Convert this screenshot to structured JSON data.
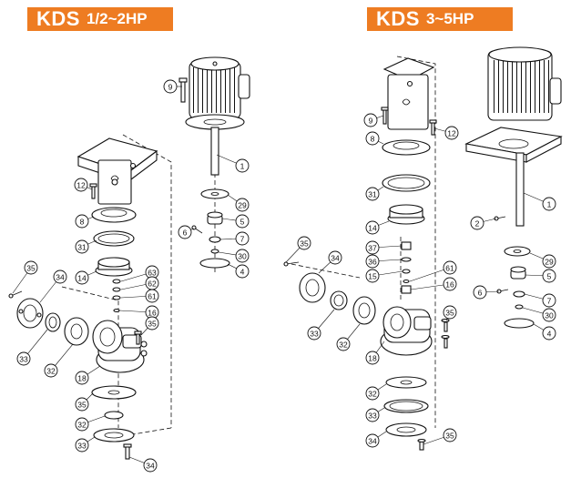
{
  "left": {
    "brand": "KDS",
    "range": "1/2~2HP"
  },
  "right": {
    "brand": "KDS",
    "range": "3~5HP"
  },
  "callouts": {
    "left": [
      {
        "label": "9"
      },
      {
        "label": "1"
      },
      {
        "label": "29"
      },
      {
        "label": "5"
      },
      {
        "label": "6"
      },
      {
        "label": "7"
      },
      {
        "label": "30"
      },
      {
        "label": "4"
      },
      {
        "label": "12"
      },
      {
        "label": "8"
      },
      {
        "label": "31"
      },
      {
        "label": "14"
      },
      {
        "label": "63"
      },
      {
        "label": "62"
      },
      {
        "label": "61"
      },
      {
        "label": "16"
      },
      {
        "label": "35"
      },
      {
        "label": "34"
      },
      {
        "label": "33"
      },
      {
        "label": "32"
      },
      {
        "label": "18"
      },
      {
        "label": "35"
      },
      {
        "label": "32"
      },
      {
        "label": "33"
      },
      {
        "label": "34"
      },
      {
        "label": "35"
      }
    ],
    "right": [
      {
        "label": "9"
      },
      {
        "label": "12"
      },
      {
        "label": "8"
      },
      {
        "label": "1"
      },
      {
        "label": "31"
      },
      {
        "label": "2"
      },
      {
        "label": "14"
      },
      {
        "label": "35"
      },
      {
        "label": "37"
      },
      {
        "label": "36"
      },
      {
        "label": "15"
      },
      {
        "label": "34"
      },
      {
        "label": "61"
      },
      {
        "label": "16"
      },
      {
        "label": "29"
      },
      {
        "label": "5"
      },
      {
        "label": "6"
      },
      {
        "label": "7"
      },
      {
        "label": "30"
      },
      {
        "label": "4"
      },
      {
        "label": "33"
      },
      {
        "label": "32"
      },
      {
        "label": "35"
      },
      {
        "label": "18"
      },
      {
        "label": "32"
      },
      {
        "label": "33"
      },
      {
        "label": "34"
      },
      {
        "label": "35"
      }
    ]
  }
}
